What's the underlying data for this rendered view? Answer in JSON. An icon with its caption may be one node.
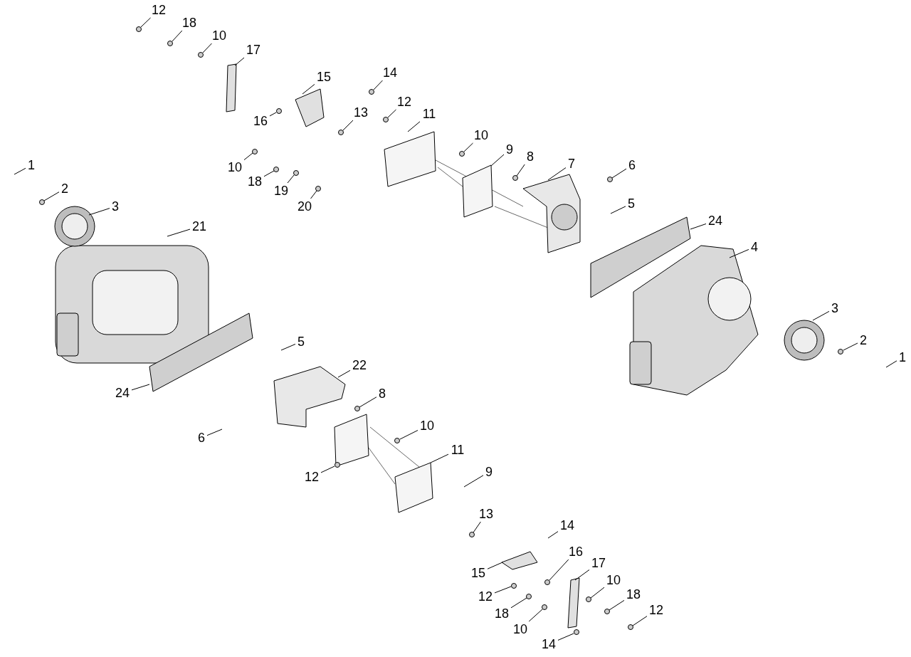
{
  "diagram": {
    "nodes": [
      {
        "text": [
          "12"
        ]
      },
      {
        "text": [
          "18"
        ]
      },
      {
        "text": [
          "10"
        ]
      },
      {
        "text": [
          "17"
        ]
      },
      {
        "text": [
          "15"
        ]
      },
      {
        "text": [
          "14"
        ]
      },
      {
        "text": [
          "12"
        ]
      },
      {
        "text": [
          "11"
        ]
      },
      {
        "text": [
          "16"
        ]
      },
      {
        "text": [
          "13"
        ]
      },
      {
        "text": [
          "10"
        ]
      },
      {
        "text": [
          "9"
        ]
      },
      {
        "text": [
          "8"
        ]
      },
      {
        "text": [
          "1"
        ]
      },
      {
        "text": [
          "7"
        ]
      },
      {
        "text": [
          "6"
        ]
      },
      {
        "text": [
          "10"
        ]
      },
      {
        "text": [
          "18"
        ]
      },
      {
        "text": [
          "19"
        ]
      },
      {
        "text": [
          "2"
        ]
      },
      {
        "text": [
          "20"
        ]
      },
      {
        "text": [
          "3"
        ]
      },
      {
        "text": [
          "5"
        ]
      },
      {
        "text": [
          "24"
        ]
      },
      {
        "text": [
          "21"
        ]
      },
      {
        "text": [
          "4"
        ]
      },
      {
        "text": [
          "3"
        ]
      },
      {
        "text": [
          "2"
        ]
      },
      {
        "text": [
          "5"
        ]
      },
      {
        "text": [
          "1"
        ]
      },
      {
        "text": [
          "22"
        ]
      },
      {
        "text": [
          "24"
        ]
      },
      {
        "text": [
          "8"
        ]
      },
      {
        "text": [
          "10"
        ]
      },
      {
        "text": [
          "6"
        ]
      },
      {
        "text": [
          "11"
        ]
      },
      {
        "text": [
          "12"
        ]
      },
      {
        "text": [
          "9"
        ]
      },
      {
        "text": [
          "13"
        ]
      },
      {
        "text": [
          "14"
        ]
      },
      {
        "text": [
          "16"
        ]
      },
      {
        "text": [
          "17"
        ]
      },
      {
        "text": [
          "15"
        ]
      },
      {
        "text": [
          "10"
        ]
      },
      {
        "text": [
          "18"
        ]
      },
      {
        "text": [
          "12"
        ]
      },
      {
        "text": [
          "18"
        ]
      },
      {
        "text": [
          "12"
        ]
      },
      {
        "text": [
          "10"
        ]
      },
      {
        "text": [
          "14"
        ]
      },
      {
        "text": [],
        "shape": "circle"
      },
      {
        "text": [],
        "shape": "circle"
      },
      {
        "text": [],
        "shape": "circle"
      },
      {
        "text": [],
        "shape": "circle"
      },
      {
        "text": [],
        "shape": "circle"
      },
      {
        "text": [],
        "shape": "circle"
      },
      {
        "text": [],
        "shape": "circle"
      },
      {
        "text": [],
        "shape": "circle"
      },
      {
        "text": [],
        "shape": "circle"
      },
      {
        "text": [],
        "shape": "circle"
      },
      {
        "text": [],
        "shape": "circle"
      },
      {
        "text": [],
        "shape": "circle"
      },
      {
        "text": [],
        "shape": "circle"
      },
      {
        "text": [],
        "shape": "circle"
      },
      {
        "text": [],
        "shape": "circle"
      },
      {
        "text": [],
        "shape": "circle"
      },
      {
        "text": [],
        "shape": "circle"
      },
      {
        "text": [],
        "shape": "circle"
      },
      {
        "text": [],
        "shape": "circle"
      },
      {
        "text": [],
        "shape": "circle"
      },
      {
        "text": [],
        "shape": "circle"
      },
      {
        "text": [],
        "shape": "circle"
      },
      {
        "text": [],
        "shape": "circle"
      },
      {
        "text": [],
        "shape": "circle"
      },
      {
        "text": [],
        "shape": "circle"
      },
      {
        "text": [],
        "shape": "circle"
      },
      {
        "text": [],
        "shape": "circle"
      },
      {
        "text": [],
        "shape": "circle"
      }
    ],
    "edges": [
      {
        "from": 0,
        "to": 50,
        "arrow": "none"
      },
      {
        "from": 1,
        "to": 51,
        "arrow": "none"
      },
      {
        "from": 2,
        "to": 52,
        "arrow": "none"
      },
      {
        "from": 3,
        "to": null,
        "arrow": "none"
      },
      {
        "from": 4,
        "to": null,
        "arrow": "none"
      },
      {
        "from": 5,
        "to": 53,
        "arrow": "none"
      },
      {
        "from": 6,
        "to": 54,
        "arrow": "none"
      },
      {
        "from": 7,
        "to": null,
        "arrow": "none"
      },
      {
        "from": 8,
        "to": 55,
        "arrow": "none"
      },
      {
        "from": 9,
        "to": 56,
        "arrow": "none"
      },
      {
        "from": 10,
        "to": 57,
        "arrow": "none"
      },
      {
        "from": 11,
        "to": null,
        "arrow": "none"
      },
      {
        "from": 12,
        "to": 58,
        "arrow": "none"
      },
      {
        "from": 13,
        "to": null,
        "arrow": "none"
      },
      {
        "from": 14,
        "to": null,
        "arrow": "none"
      },
      {
        "from": 15,
        "to": 59,
        "arrow": "none"
      },
      {
        "from": 16,
        "to": 60,
        "arrow": "none"
      },
      {
        "from": 17,
        "to": 61,
        "arrow": "none"
      },
      {
        "from": 18,
        "to": 62,
        "arrow": "none"
      },
      {
        "from": 19,
        "to": 63,
        "arrow": "none"
      },
      {
        "from": 20,
        "to": 64,
        "arrow": "none"
      },
      {
        "from": 21,
        "to": null,
        "arrow": "none"
      },
      {
        "from": 22,
        "to": null,
        "arrow": "none"
      },
      {
        "from": 23,
        "to": null,
        "arrow": "none"
      },
      {
        "from": 24,
        "to": null,
        "arrow": "none"
      },
      {
        "from": 25,
        "to": null,
        "arrow": "none"
      },
      {
        "from": 26,
        "to": null,
        "arrow": "none"
      },
      {
        "from": 27,
        "to": 65,
        "arrow": "none"
      },
      {
        "from": 28,
        "to": null,
        "arrow": "none"
      },
      {
        "from": 29,
        "to": null,
        "arrow": "none"
      },
      {
        "from": 30,
        "to": null,
        "arrow": "none"
      },
      {
        "from": 31,
        "to": null,
        "arrow": "none"
      },
      {
        "from": 32,
        "to": 66,
        "arrow": "none"
      },
      {
        "from": 33,
        "to": 67,
        "arrow": "none"
      },
      {
        "from": 34,
        "to": null,
        "arrow": "none"
      },
      {
        "from": 35,
        "to": null,
        "arrow": "none"
      },
      {
        "from": 36,
        "to": 68,
        "arrow": "none"
      },
      {
        "from": 37,
        "to": null,
        "arrow": "none"
      },
      {
        "from": 38,
        "to": 69,
        "arrow": "none"
      },
      {
        "from": 39,
        "to": null,
        "arrow": "none"
      },
      {
        "from": 40,
        "to": 70,
        "arrow": "none"
      },
      {
        "from": 41,
        "to": null,
        "arrow": "none"
      },
      {
        "from": 42,
        "to": null,
        "arrow": "none"
      },
      {
        "from": 43,
        "to": 71,
        "arrow": "none"
      },
      {
        "from": 44,
        "to": 72,
        "arrow": "none"
      },
      {
        "from": 45,
        "to": 73,
        "arrow": "none"
      },
      {
        "from": 46,
        "to": 74,
        "arrow": "none"
      },
      {
        "from": 47,
        "to": 75,
        "arrow": "none"
      },
      {
        "from": 48,
        "to": 76,
        "arrow": "none"
      },
      {
        "from": 49,
        "to": 77,
        "arrow": "none"
      }
    ]
  }
}
